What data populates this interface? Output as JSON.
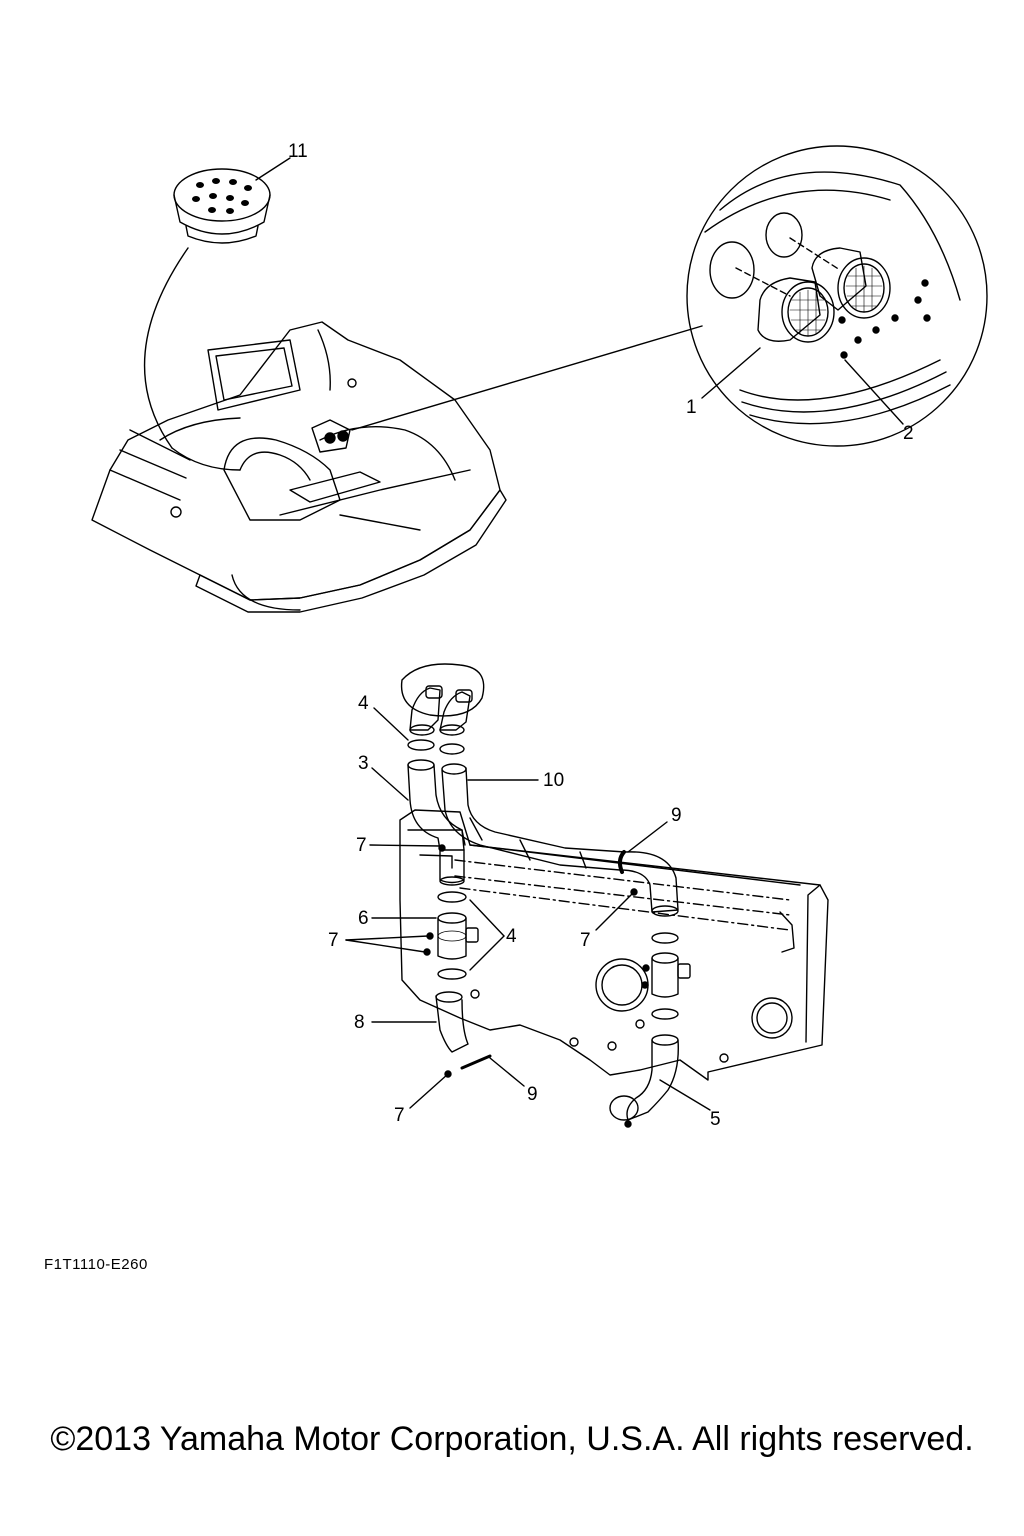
{
  "callouts": {
    "c11": "11",
    "c1": "1",
    "c2": "2",
    "c4a": "4",
    "c3": "3",
    "c10": "10",
    "c9a": "9",
    "c7a": "7",
    "c6": "6",
    "c7b": "7",
    "c4b": "4",
    "c7c": "7",
    "c8": "8",
    "c9b": "9",
    "c7d": "7",
    "c5": "5"
  },
  "diagram_code": "F1T1110-E260",
  "copyright": "©2013 Yamaha Motor Corporation, U.S.A. All rights reserved."
}
